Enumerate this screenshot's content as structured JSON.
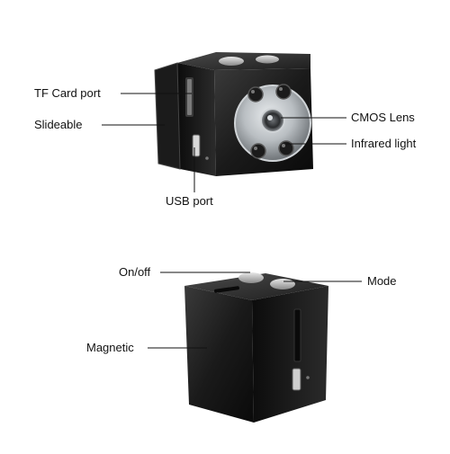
{
  "colors": {
    "background": "#ffffff",
    "body_dark": "#141414",
    "body_mid": "#2a2a2a",
    "lens_ring": "#bfc3c6",
    "leader_line": "#111111",
    "text": "#111111"
  },
  "top_view": {
    "labels": {
      "tf_card": "TF Card port",
      "slideable": "Slideable",
      "usb": "USB port",
      "cmos": "CMOS Lens",
      "infrared": "Infrared light"
    }
  },
  "bottom_view": {
    "labels": {
      "onoff": "On/off",
      "mode": "Mode",
      "magnetic": "Magnetic"
    }
  }
}
